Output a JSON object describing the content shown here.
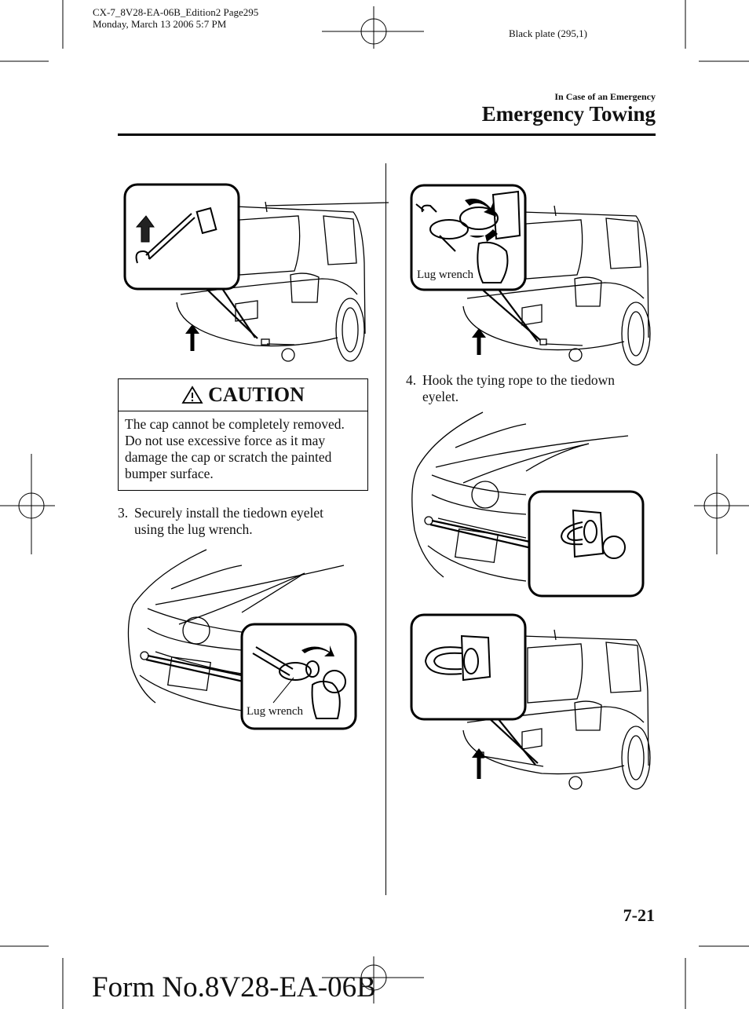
{
  "print_header": {
    "file_line": "CX-7_8V28-EA-06B_Edition2 Page295",
    "date_line": "Monday, March 13 2006 5:7 PM",
    "plate": "Black plate (295,1)"
  },
  "section": {
    "label": "In Case of an Emergency",
    "title": "Emergency Towing"
  },
  "caution": {
    "title": "CAUTION",
    "text": [
      "The cap cannot be completely removed.",
      "Do not use excessive force as it may",
      "damage the cap or scratch the painted",
      "bumper surface."
    ]
  },
  "steps": [
    {
      "number": "3.",
      "lines": [
        "Securely install the tiedown eyelet",
        "using the lug wrench."
      ]
    },
    {
      "number": "4.",
      "lines": [
        "Hook the tying rope to the tiedown",
        "eyelet."
      ]
    }
  ],
  "figure_labels": {
    "lug_wrench_front": "Lug wrench",
    "lug_wrench_rear": "Lug wrench"
  },
  "footer": {
    "page_number": "7-21",
    "form_number": "Form No.8V28-EA-06B"
  }
}
